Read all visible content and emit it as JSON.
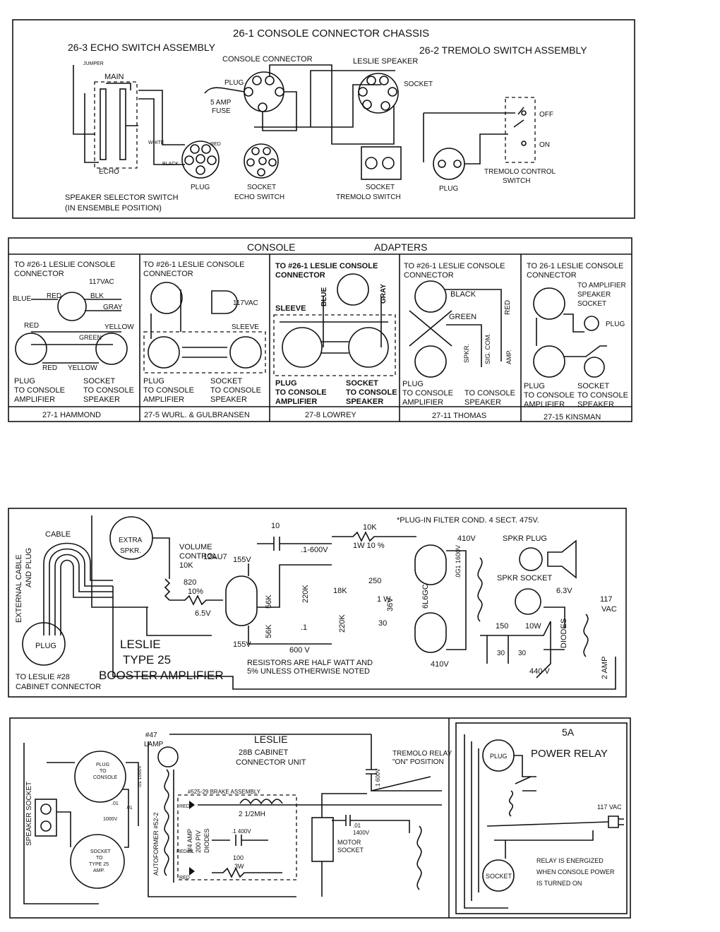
{
  "panel1": {
    "title": "26-1 CONSOLE CONNECTOR CHASSIS",
    "echo_title": "26-3 ECHO SWITCH ASSEMBLY",
    "tremolo_title": "26-2 TREMOLO SWITCH ASSEMBLY",
    "console_connector": "CONSOLE CONNECTOR",
    "leslie_speaker": "LESLIE SPEAKER",
    "jumper": "JUMPER",
    "main": "MAIN",
    "echo": "ECHO",
    "plug_left": "PLUG",
    "fuse_line1": "5 AMP",
    "fuse_line2": "FUSE",
    "plug_cc": "PLUG",
    "socket_ls": "SOCKET",
    "white": "WHITE",
    "red": "RED",
    "black": "BLACK",
    "plug_echo": "PLUG",
    "socket_echo1": "SOCKET",
    "socket_echo2": "ECHO SWITCH",
    "socket_trem1": "SOCKET",
    "socket_trem2": "TREMOLO SWITCH",
    "plug_trem": "PLUG",
    "trem_ctrl1": "TREMOLO CONTROL",
    "trem_ctrl2": "SWITCH",
    "off": "OFF",
    "on": "ON",
    "selector1": "SPEAKER SELECTOR SWITCH",
    "selector2": "(IN ENSEMBLE POSITION)"
  },
  "panel2": {
    "console": "CONSOLE",
    "adapters": "ADAPTERS",
    "columns": [
      {
        "head1": "TO #26-1 LESLIE CONSOLE",
        "head2": "CONNECTOR",
        "left1": "PLUG",
        "left2": "TO CONSOLE",
        "left3": "AMPLIFIER",
        "right1": "SOCKET",
        "right2": "TO CONSOLE",
        "right3": "SPEAKER",
        "model": "27-1 HAMMOND"
      },
      {
        "head1": "TO #26-1 LESLIE CONSOLE",
        "head2": "CONNECTOR",
        "left1": "PLUG",
        "left2": "TO CONSOLE",
        "left3": "AMPLIFIER",
        "right1": "SOCKET",
        "right2": "TO CONSOLE",
        "right3": "SPEAKER",
        "model": "27-5 WURL. & GULBRANSEN"
      },
      {
        "head1": "TO #26-1 LESLIE CONSOLE",
        "head2": "CONNECTOR",
        "left1": "PLUG",
        "left2": "TO CONSOLE",
        "left3": "AMPLIFIER",
        "right1": "SOCKET",
        "right2": "TO CONSOLE",
        "right3": "SPEAKER",
        "model": "27-8 LOWREY"
      },
      {
        "head1": "TO #26-1 LESLIE CONSOLE",
        "head2": "CONNECTOR",
        "left1": "PLUG",
        "left2": "TO CONSOLE",
        "left3": "AMPLIFIER",
        "right1": "",
        "right2": "TO CONSOLE",
        "right3": "SPEAKER",
        "model": "27-11 THOMAS"
      },
      {
        "head1": "TO 26-1 LESLIE CONSOLE",
        "head2": "CONNECTOR",
        "left1": "PLUG",
        "left2": "TO CONSOLE",
        "left3": "AMPLIFIER",
        "right1": "SOCKET",
        "right2": "TO CONSOLE",
        "right3": "SPEAKER",
        "model": "27-15 KINSMAN"
      }
    ],
    "hammond": {
      "vac": "117VAC",
      "blue": "BLUE",
      "red": "RED",
      "blk": "BLK",
      "gray": "GRAY",
      "red2": "RED",
      "yellow": "YELLOW",
      "green": "GREEN",
      "red3": "RED",
      "yellow2": "YELLOW"
    },
    "wurl": {
      "vac": "117VAC",
      "sleeve": "SLEEVE"
    },
    "lowrey": {
      "sleeve": "SLEEVE",
      "blue": "BLUE",
      "gray": "GRAY"
    },
    "thomas": {
      "black": "BLACK",
      "green": "GREEN",
      "red": "RED",
      "spkr": "SPKR.",
      "sig": "SIG. COM.",
      "amp": "AMP."
    },
    "kinsman": {
      "to_amp1": "TO AMPLIFIER",
      "to_amp2": "SPEAKER",
      "to_amp3": "SOCKET",
      "plug": "PLUG"
    }
  },
  "panel3": {
    "note_top": "*PLUG-IN FILTER COND. 4 SECT. 475V.",
    "external1": "EXTERNAL CABLE",
    "external2": "AND PLUG",
    "cable": "CABLE",
    "extra_spkr1": "EXTRA",
    "extra_spkr2": "SPKR.",
    "volume1": "VOLUME",
    "volume2": "CONTROL",
    "volume3": "10K",
    "tube1": "12AU7",
    "r820a": "820",
    "r820b": "10%",
    "heater": "6.5V",
    "b155a": "155V",
    "b155b": "155V",
    "c10": "10",
    "c600a": ".1-600V",
    "c600b": "600 V",
    "c01": ".1",
    "r56a": "56K",
    "r56b": "56K",
    "r220a": "220K",
    "r220b": "220K",
    "r18": "18K",
    "r10k1": "10K",
    "r10k2": "1W 10 %",
    "r250": "250",
    "r1w": "1 W",
    "c30a": "30",
    "v36": "36V",
    "tube2": "6L6GC",
    "v410a": "410V",
    "v410b": "410V",
    "c1600": ".0G1 1600V",
    "spkr_plug": "SPKR PLUG",
    "spkr_socket": "SPKR SOCKET",
    "v63": "6.3V",
    "vac117a": "117",
    "vac117b": "VAC",
    "r150": "150",
    "r150w": "10W",
    "diodes": "DIODES",
    "v440": "440 V",
    "c30b": "30",
    "c30c": "30",
    "amp2": "2 AMP",
    "plug": "PLUG",
    "title1": "LESLIE",
    "title2": "TYPE 25",
    "title3": "BOOSTER AMPLIFIER",
    "note_res1": "RESISTORS ARE HALF WATT AND",
    "note_res2": "5% UNLESS OTHERWISE NOTED",
    "to_leslie1": "TO LESLIE #28",
    "to_leslie2": "CABINET CONNECTOR"
  },
  "panel4": {
    "lamp1": "#47",
    "lamp2": "LAMP",
    "title1": "LESLIE",
    "title2": "28B CABINET",
    "title3": "CONNECTOR UNIT",
    "trem1": "TREMOLO RELAY",
    "trem2": "\"ON\" POSITION",
    "speaker_socket": "SPEAKER SOCKET",
    "plug_console1": "PLUG",
    "plug_console2": "TO",
    "plug_console3": "CONSOLE",
    "c1000a": ".01 1000V",
    "c1000b": ".01",
    "c1000c": "1000V",
    "c01b": ".01",
    "brake": "#525-29 BRAKE ASSEMBLY",
    "autoformer": "AUTOFORMER #52-2",
    "red": "RED",
    "redbl": "RED/BL",
    "red2": "RED",
    "diodes1": "3/4 AMP",
    "diodes2": "200 PIV",
    "diodes3": "DIODES",
    "c1_400": ".1 400V",
    "mh": "2 1/2MH",
    "r100a": "100",
    "r100b": "3W",
    "c600": ".1 600V",
    "c01_1400a": ".01",
    "c01_1400b": "1400V",
    "motor1": "MOTOR",
    "motor2": "SOCKET",
    "socket_amp1": "SOCKET",
    "socket_amp2": "TO",
    "socket_amp3": "TYPE 25",
    "socket_amp4": "AMP."
  },
  "panel5": {
    "title1": "5A",
    "title2": "POWER RELAY",
    "vac": "117 VAC",
    "plug": "PLUG",
    "socket": "SOCKET",
    "note1": "RELAY IS ENERGIZED",
    "note2": "WHEN CONSOLE POWER",
    "note3": "IS TURNED ON"
  }
}
